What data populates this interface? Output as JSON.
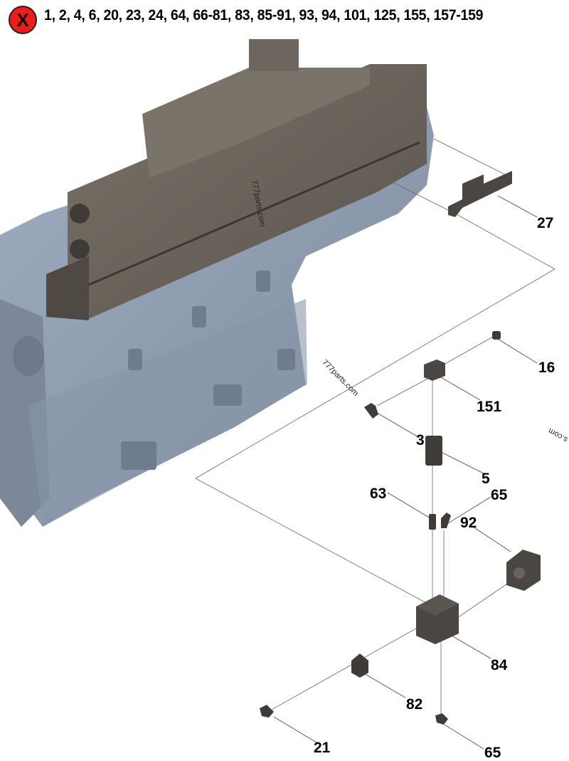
{
  "header": {
    "excluded_icon": "X",
    "excluded_items": "1, 2, 4, 6, 20, 23, 24, 64, 66-81, 83, 85-91, 93, 94, 101, 125, 155, 157-159"
  },
  "watermarks": {
    "w1": "777parts.com",
    "w2": "777parts.com",
    "w3": "s.com"
  },
  "callouts": {
    "c27": "27",
    "c16": "16",
    "c151": "151",
    "c3": "3",
    "c5": "5",
    "c63": "63",
    "c65a": "65",
    "c92": "92",
    "c84": "84",
    "c82": "82",
    "c21": "21",
    "c65b": "65"
  },
  "colors": {
    "engine_block": "#8a98ac",
    "aftercooler": "#6b655d",
    "part": "#4a4641",
    "exclude_badge": "#ee1c1c"
  }
}
